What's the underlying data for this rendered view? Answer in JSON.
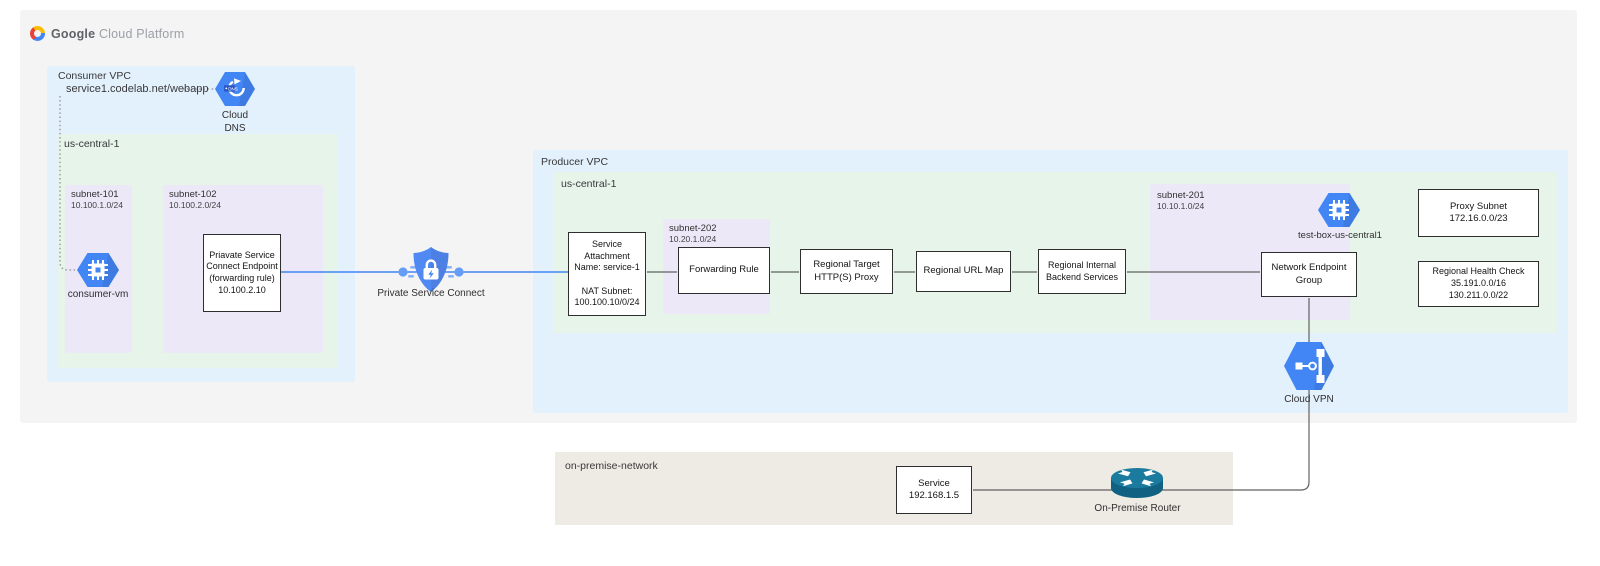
{
  "logo": {
    "primary": "Google",
    "secondary": "Cloud Platform"
  },
  "consumer_vpc": {
    "label": "Consumer VPC",
    "dns_record": "service1.codelab.net/webapp",
    "cloud_dns_label": "Cloud\nDNS",
    "region_label": "us-central-1",
    "subnet_101": {
      "name": "subnet-101",
      "cidr": "10.100.1.0/24",
      "vm_label": "consumer-vm"
    },
    "subnet_102": {
      "name": "subnet-102",
      "cidr": "10.100.2.0/24",
      "endpoint_box": "Priavate Service\nConnect Endpoint\n(forwarding rule)\n10.100.2.10"
    }
  },
  "psc": {
    "label": "Private Service Connect"
  },
  "producer_vpc": {
    "label": "Producer VPC",
    "region_label": "us-central-1",
    "service_attachment": "Service\nAttachment\nName: service-1\n\nNAT Subnet:\n100.100.10/0/24",
    "subnet_202": {
      "name": "subnet-202",
      "cidr": "10.20.1.0/24",
      "forwarding_rule": "Forwarding Rule"
    },
    "target_proxy": "Regional Target\nHTTP(S) Proxy",
    "url_map": "Regional URL Map",
    "backend_services": "Regional Internal\nBackend Services",
    "subnet_201": {
      "name": "subnet-201",
      "cidr": "10.10.1.0/24",
      "vm_label": "test-box-us-central1",
      "neg": "Network Endpoint\nGroup"
    },
    "proxy_subnet": "Proxy Subnet\n172.16.0.0/23",
    "health_check": "Regional Health Check\n35.191.0.0/16\n130.211.0.0/22",
    "cloud_vpn_label": "Cloud VPN"
  },
  "on_premise": {
    "label": "on-premise-network",
    "service_box": "Service\n192.168.1.5",
    "router_label": "On-Premise Router"
  },
  "colors": {
    "vpc_blue": "#e3f1fc",
    "region_green": "#e6f4ea",
    "subnet_purple": "#ede8f7",
    "onprem_beige": "#eeeae4",
    "container_gray": "#f4f4f4",
    "icon_blue": "#4285f4",
    "line_blue": "#4285f4",
    "line_gray": "#616161",
    "router_teal": "#16708f"
  }
}
